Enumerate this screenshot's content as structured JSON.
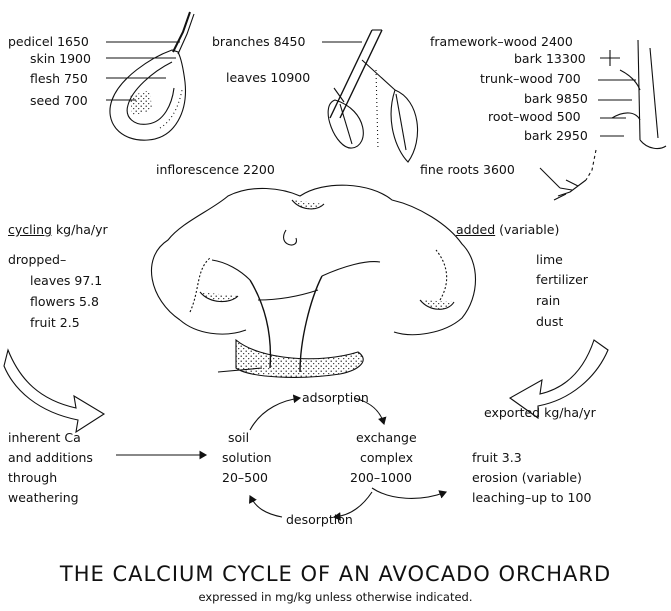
{
  "fruit_parts": [
    {
      "label": "pedicel",
      "value": "1650"
    },
    {
      "label": "skin",
      "value": "1900"
    },
    {
      "label": "flesh",
      "value": "750"
    },
    {
      "label": "seed",
      "value": "700"
    }
  ],
  "branches": {
    "label": "branches",
    "value": "8450"
  },
  "leaves": {
    "label": "leaves",
    "value": "10900"
  },
  "wood_parts": [
    {
      "label": "framework–wood",
      "value": "2400"
    },
    {
      "label": "bark",
      "value": "13300"
    },
    {
      "label": "trunk–wood",
      "value": "700"
    },
    {
      "label": "bark",
      "value": "9850"
    },
    {
      "label": "root–wood",
      "value": "500"
    },
    {
      "label": "bark",
      "value": "2950"
    }
  ],
  "inflorescence": "inflorescence  2200",
  "fine_roots": "fine roots  3600",
  "cycling": {
    "heading": "cycling",
    "unit": "kg/ha/yr",
    "intro": "dropped–",
    "items": [
      "leaves  97.1",
      "flowers  5.8",
      "fruit  2.5"
    ]
  },
  "added": {
    "heading": "added",
    "note": "(variable)",
    "items": [
      "lime",
      "fertilizer",
      "rain",
      "dust"
    ]
  },
  "soil": {
    "adsorption": "adsorption",
    "desorption": "desorption",
    "solution": [
      "soil",
      "solution",
      "20–500"
    ],
    "exchange": [
      "exchange",
      "complex",
      "200–1000"
    ]
  },
  "inherent": [
    "inherent Ca",
    "and additions",
    "through",
    "weathering"
  ],
  "exported": {
    "heading": "exported  kg/ha/yr",
    "items": [
      "fruit  3.3",
      "erosion  (variable)",
      "leaching–up to  100"
    ]
  },
  "title": "THE CALCIUM CYCLE OF AN AVOCADO ORCHARD",
  "subtitle": "expressed in mg/kg unless otherwise indicated."
}
